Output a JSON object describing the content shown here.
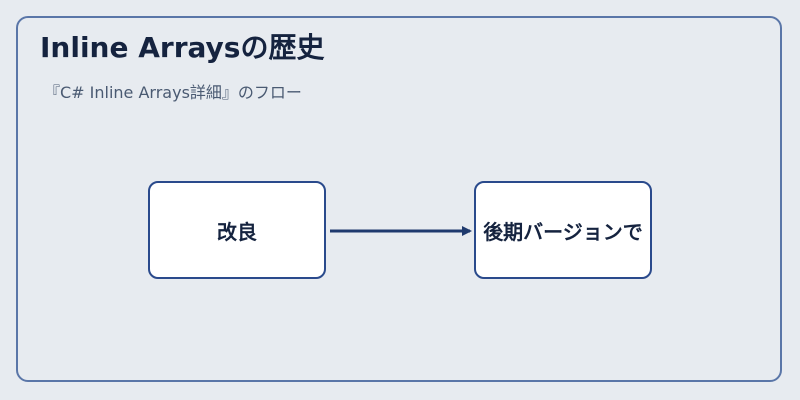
{
  "diagram": {
    "title": "Inline Arraysの歴史",
    "subtitle": "『C# Inline Arrays詳細』のフロー",
    "nodes": [
      {
        "id": "a",
        "label": "改良"
      },
      {
        "id": "b",
        "label": "後期バージョンで"
      }
    ],
    "edges": [
      {
        "from": "a",
        "to": "b"
      }
    ],
    "colors": {
      "background": "#e7ebf0",
      "frame_border": "#5a76a8",
      "node_border": "#2a4a8c",
      "arrow": "#1f3a6e",
      "text": "#15233f"
    }
  }
}
